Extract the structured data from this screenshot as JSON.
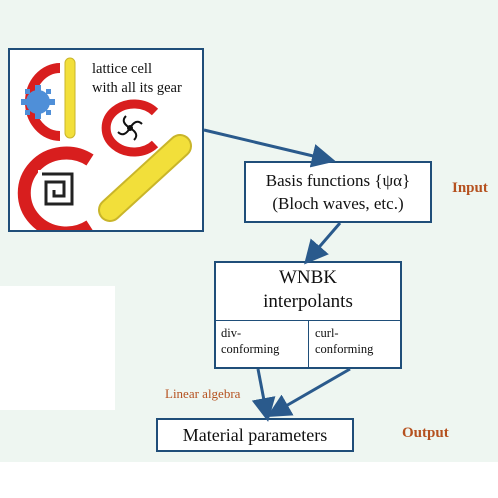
{
  "lattice": {
    "label_line1": "lattice cell",
    "label_line2": "with all its gear"
  },
  "basis": {
    "line1": "Basis functions {ψα}",
    "line2": "(Bloch waves, etc.)"
  },
  "wnbk": {
    "title_line1": "WNBK",
    "title_line2": "interpolants",
    "div_line1": "div-",
    "div_line2": "conforming",
    "curl_line1": "curl-",
    "curl_line2": "conforming"
  },
  "material": {
    "label": "Material parameters"
  },
  "labels": {
    "input": "Input",
    "output": "Output",
    "linear_algebra": "Linear algebra"
  },
  "colors": {
    "box_border": "#1f4e79",
    "arrow": "#2a5a8c",
    "side_label": "#b5511f",
    "ring_red": "#d81e1e",
    "rod_yellow": "#f2df3a",
    "gear_blue": "#4f8fd8",
    "background": "#eef6f1"
  },
  "icons": [
    "split-ring-gear-icon",
    "split-ring-spiral-icon",
    "split-ring-square-spiral-icon",
    "yellow-rod-icon"
  ]
}
